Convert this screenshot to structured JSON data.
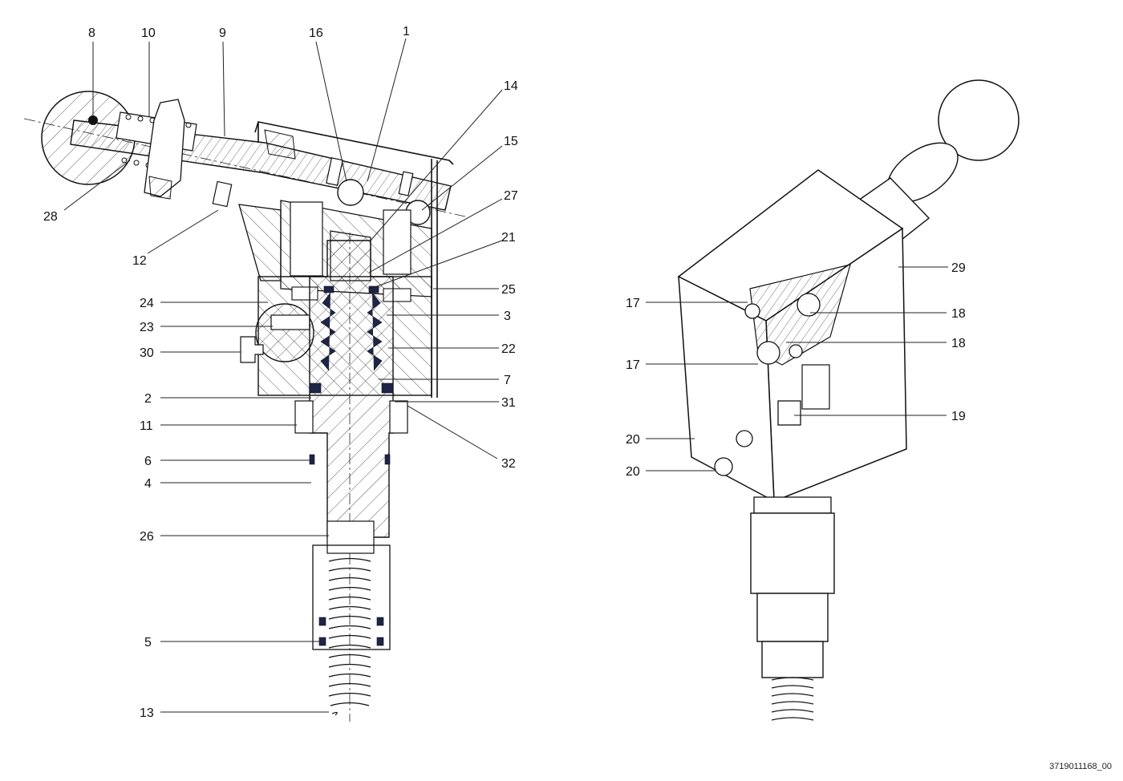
{
  "figure": {
    "document_id": "3719011168_00"
  },
  "callouts_section_view": [
    "8",
    "10",
    "9",
    "16",
    "1",
    "14",
    "15",
    "27",
    "21",
    "25",
    "3",
    "22",
    "7",
    "31",
    "32",
    "28",
    "12",
    "24",
    "23",
    "30",
    "2",
    "11",
    "6",
    "4",
    "26",
    "5",
    "13"
  ],
  "callouts_exterior_view": [
    "29",
    "17",
    "18",
    "18",
    "17",
    "19",
    "20",
    "20"
  ],
  "labels": {
    "c1": "1",
    "c2": "2",
    "c3": "3",
    "c4": "4",
    "c5": "5",
    "c6": "6",
    "c7": "7",
    "c8": "8",
    "c9": "9",
    "c10": "10",
    "c11": "11",
    "c12": "12",
    "c13": "13",
    "c14": "14",
    "c15": "15",
    "c16": "16",
    "c21": "21",
    "c22": "22",
    "c23": "23",
    "c24": "24",
    "c25": "25",
    "c26": "26",
    "c27": "27",
    "c28": "28",
    "c30": "30",
    "c31": "31",
    "c32": "32",
    "c29": "29",
    "c17a": "17",
    "c17b": "17",
    "c18a": "18",
    "c18b": "18",
    "c19": "19",
    "c20a": "20",
    "c20b": "20"
  },
  "colors": {
    "line": "#222222",
    "seal": "#1f2545",
    "background": "#ffffff"
  }
}
